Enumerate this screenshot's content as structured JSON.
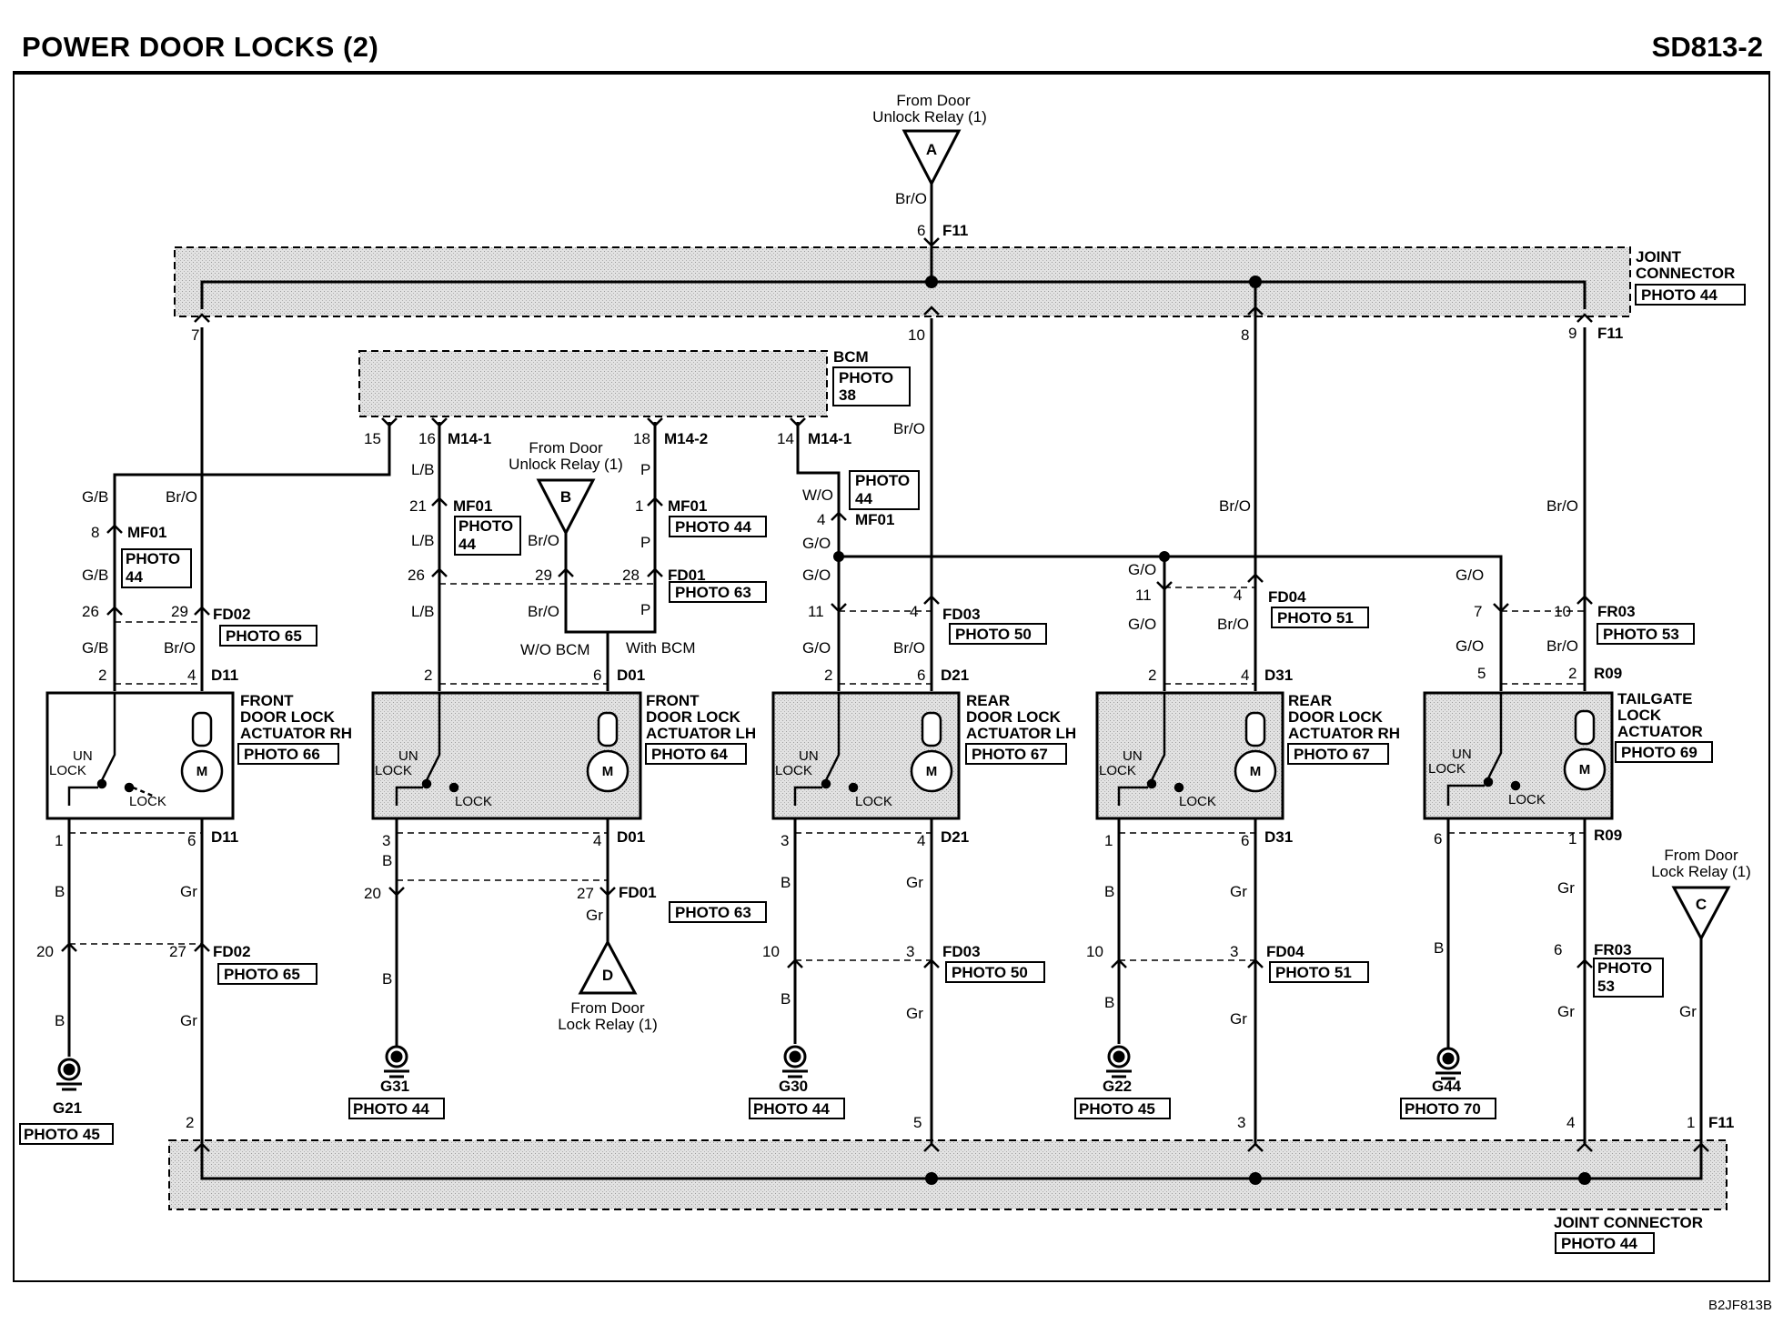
{
  "header": {
    "title": "POWER DOOR LOCKS (2)",
    "code": "SD813-2"
  },
  "figure_code": "B2JF813B",
  "colors": {
    "wire": "#000000",
    "shade": "#d6d6d6",
    "paper": "#ffffff"
  },
  "labels": {
    "from_unlock_relay_a1": "From Door",
    "from_unlock_relay_a2": "Unlock Relay (1)",
    "from_unlock_relay_b1": "From Door",
    "from_unlock_relay_b2": "Unlock Relay (1)",
    "from_lock_relay_c1": "From Door",
    "from_lock_relay_c2": "Lock Relay (1)",
    "from_lock_relay_d1": "From Door",
    "from_lock_relay_d2": "Lock Relay (1)",
    "letter_a": "A",
    "letter_b": "B",
    "letter_c": "C",
    "letter_d": "D",
    "joint_top1": "JOINT",
    "joint_top2": "CONNECTOR",
    "joint_bottom": "JOINT CONNECTOR",
    "bcm": "BCM",
    "wo_bcm": "W/O BCM",
    "with_bcm": "With BCM",
    "photo": "PHOTO",
    "unlock1": "UN",
    "unlock2": "LOCK",
    "lock": "LOCK",
    "motor": "M"
  },
  "photos": {
    "p44": "PHOTO 44",
    "p38": "38",
    "p65": "PHOTO 65",
    "p66": "PHOTO 66",
    "p64": "PHOTO 64",
    "p63": "PHOTO 63",
    "p67": "PHOTO 67",
    "p50": "PHOTO 50",
    "p51": "PHOTO 51",
    "p53": "PHOTO 53",
    "p69": "PHOTO 69",
    "p45": "PHOTO 45",
    "p70": "PHOTO 70",
    "n44": "44",
    "n53": "53"
  },
  "actuators": {
    "frh1": "FRONT",
    "frh2": "DOOR LOCK",
    "frh3": "ACTUATOR RH",
    "flh1": "FRONT",
    "flh2": "DOOR LOCK",
    "flh3": "ACTUATOR LH",
    "rlh1": "REAR",
    "rlh2": "DOOR LOCK",
    "rlh3": "ACTUATOR LH",
    "rrh1": "REAR",
    "rrh2": "DOOR LOCK",
    "rrh3": "ACTUATOR RH",
    "tg1": "TAILGATE",
    "tg2": "LOCK",
    "tg3": "ACTUATOR"
  },
  "connectors": {
    "F11": "F11",
    "MF01": "MF01",
    "FD01": "FD01",
    "FD02": "FD02",
    "FD03": "FD03",
    "FD04": "FD04",
    "FR03": "FR03",
    "D01": "D01",
    "D11": "D11",
    "D21": "D21",
    "D31": "D31",
    "R09": "R09",
    "M14_1": "M14-1",
    "M14_2": "M14-2"
  },
  "wires": {
    "BrO": "Br/O",
    "GB": "G/B",
    "LB": "L/B",
    "P": "P",
    "WO": "W/O",
    "GO": "G/O",
    "B": "B",
    "Gr": "Gr"
  },
  "pins": {
    "n1": "1",
    "n2": "2",
    "n3": "3",
    "n4": "4",
    "n5": "5",
    "n6": "6",
    "n7": "7",
    "n8": "8",
    "n9": "9",
    "n10": "10",
    "n11": "11",
    "n14": "14",
    "n15": "15",
    "n16": "16",
    "n18": "18",
    "n20": "20",
    "n21": "21",
    "n26": "26",
    "n27": "27",
    "n28": "28",
    "n29": "29"
  },
  "grounds": {
    "g21": "G21",
    "g31": "G31",
    "g30": "G30",
    "g22": "G22",
    "g44": "G44"
  }
}
